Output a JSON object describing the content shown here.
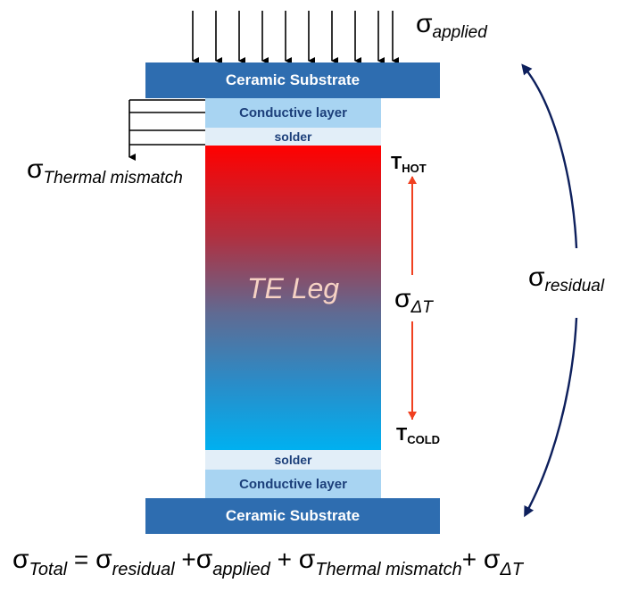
{
  "top_substrate": {
    "label": "Ceramic Substrate"
  },
  "top_conductive": {
    "label": "Conductive layer"
  },
  "top_solder": {
    "label": "solder"
  },
  "te_leg": {
    "label": "TE Leg"
  },
  "bottom_solder": {
    "label": "solder"
  },
  "bottom_conductive": {
    "label": "Conductive layer"
  },
  "bottom_substrate": {
    "label": "Ceramic Substrate"
  },
  "labels": {
    "sigma": "σ",
    "applied": "applied",
    "thermal_mismatch": "Thermal mismatch",
    "residual": "residual",
    "delta_t": "ΔT",
    "t_hot_main": "T",
    "t_hot_sub": "HOT",
    "t_cold_main": "T",
    "t_cold_sub": "COLD"
  },
  "equation": {
    "sigma": "σ",
    "total": "Total",
    "eq": " = ",
    "residual": "residual",
    "plus1": " +",
    "applied": "applied",
    "plus2": " + ",
    "thermal": "Thermal mismatch",
    "plus3": "+ ",
    "delta": "ΔT"
  },
  "colors": {
    "substrate": "#2e6db0",
    "conductive": "#a8d4f2",
    "solder": "#e2eef8",
    "leg_hot": "#ff0000",
    "leg_cold": "#00b0f0",
    "delta_arrow": "#f04020",
    "residual_arrow": "#0d1f5c"
  }
}
